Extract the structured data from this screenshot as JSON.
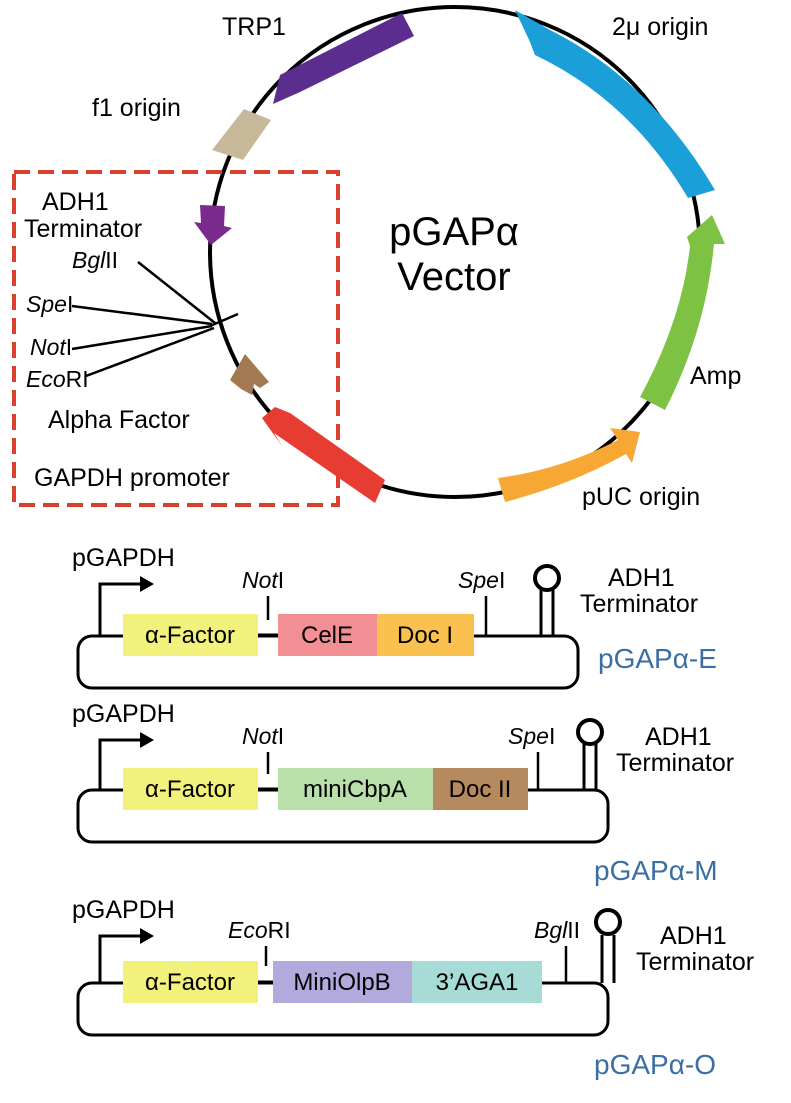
{
  "plasmid": {
    "name_line1": "pGAPα",
    "name_line2": "Vector",
    "features": {
      "trp1": "TRP1",
      "two_micron": "2μ origin",
      "f1": "f1 origin",
      "adh1_line1": "ADH1",
      "adh1_line2": "Terminator",
      "amp": "Amp",
      "puc": "pUC origin",
      "alpha": "Alpha Factor",
      "gapdh": "GAPDH promoter"
    },
    "sites": {
      "bgl_italic": "Bgl",
      "bgl_rest": "II",
      "spe_italic": "Spe",
      "spe_rest": "I",
      "not_italic": "Not",
      "not_rest": "I",
      "eco_italic": "Eco",
      "eco_rest": "RI"
    },
    "colors": {
      "trp1": "#5b2d8e",
      "two_micron": "#1b9fd8",
      "f1": "#c8b89a",
      "adh1": "#7b2a8e",
      "amp": "#7dc242",
      "puc": "#f7a733",
      "alpha": "#a37951",
      "gapdh": "#e63c31",
      "dashed_box": "#d9412e"
    }
  },
  "constructs": [
    {
      "promoter": "pGAPDH",
      "left_site_italic": "Not",
      "left_site_rest": "I",
      "right_site_italic": "Spe",
      "right_site_rest": "I",
      "terminator_line1": "ADH1",
      "terminator_line2": "Terminator",
      "blocks": [
        {
          "label": "α-Factor",
          "color": "#f1f17c"
        },
        {
          "label": "CelE",
          "color": "#f28f95"
        },
        {
          "label": "Doc I",
          "color": "#fbc14e"
        }
      ],
      "name": "pGAPα-E"
    },
    {
      "promoter": "pGAPDH",
      "left_site_italic": "Not",
      "left_site_rest": "I",
      "right_site_italic": "Spe",
      "right_site_rest": "I",
      "terminator_line1": "ADH1",
      "terminator_line2": "Terminator",
      "blocks": [
        {
          "label": "α-Factor",
          "color": "#f1f17c"
        },
        {
          "label": "miniCbpA",
          "color": "#b9dfab"
        },
        {
          "label": "Doc II",
          "color": "#b58a5e"
        }
      ],
      "name": "pGAPα-M"
    },
    {
      "promoter": "pGAPDH",
      "left_site_italic": "Eco",
      "left_site_rest": "RI",
      "right_site_italic": "Bgl",
      "right_site_rest": "II",
      "terminator_line1": "ADH1",
      "terminator_line2": "Terminator",
      "blocks": [
        {
          "label": "α-Factor",
          "color": "#f1f17c"
        },
        {
          "label": "MiniOlpB",
          "color": "#b2a9dc"
        },
        {
          "label": "3’AGA1",
          "color": "#a7dcd6"
        }
      ],
      "name": "pGAPα-O"
    }
  ]
}
